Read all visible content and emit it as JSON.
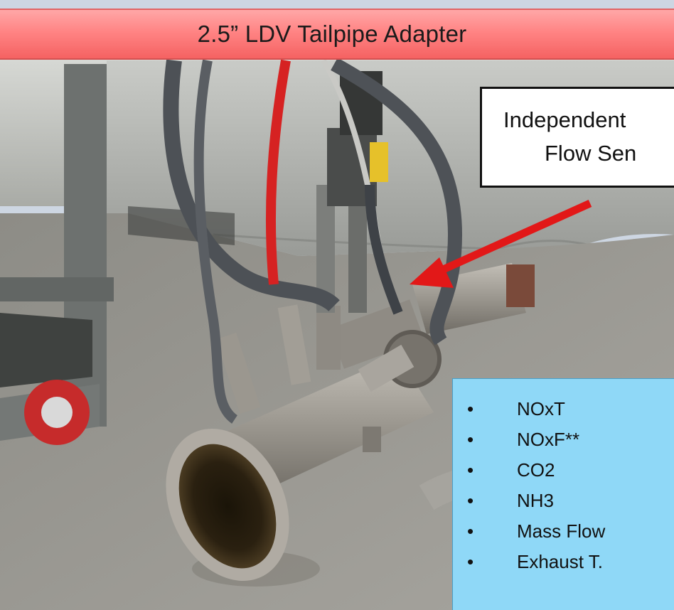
{
  "title": "2.5” LDV Tailpipe Adapter",
  "callout": {
    "line1": "Independent",
    "line2": "Flow Sen"
  },
  "measurements": [
    "NOxT",
    "NOxF**",
    "CO2",
    "NH3",
    "Mass Flow",
    "Exhaust T."
  ],
  "colors": {
    "banner": "#ff8484",
    "list_box": "#8fd8f7",
    "arrow": "#e21818"
  }
}
